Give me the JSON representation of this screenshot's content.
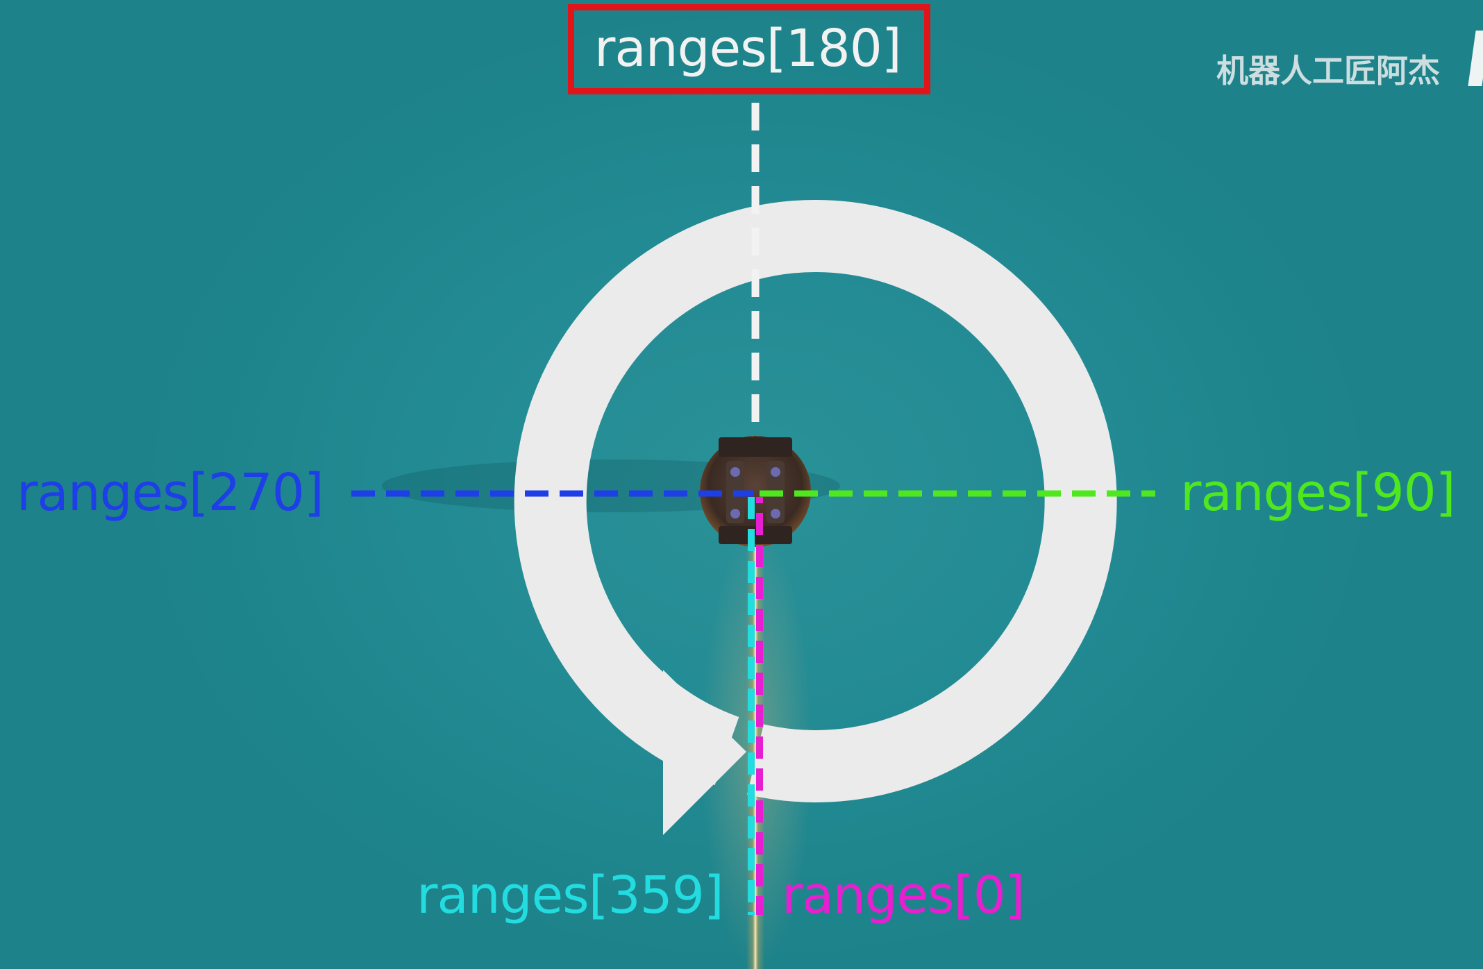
{
  "labels": {
    "top": "ranges[180]",
    "left": "ranges[270]",
    "right": "ranges[90]",
    "bottom_left": "ranges[359]",
    "bottom_right": "ranges[0]"
  },
  "watermark": "机器人工匠阿杰",
  "colors": {
    "background": "#1f8a92",
    "ring": "#ebebeb",
    "highlight_box": "#e0151a",
    "line_180": "#f2f2f2",
    "line_270": "#1e3ee8",
    "line_90": "#4fe81e",
    "line_359": "#22dce0",
    "line_0": "#e71fd1",
    "laser_beam": "#f5b04a"
  },
  "icons": {
    "robot": "robot-topdown-icon",
    "rotation_arrow": "clockwise-ring-arrow-icon"
  }
}
